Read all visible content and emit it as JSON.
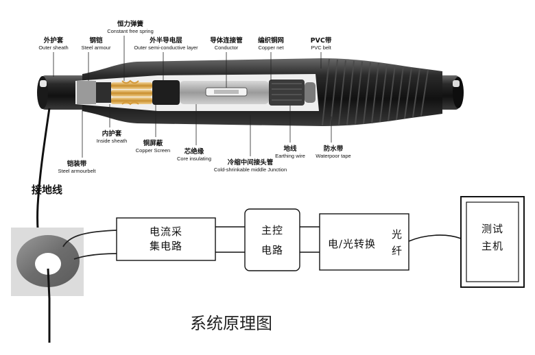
{
  "cable_labels": {
    "outer_sheath": {
      "cn": "外护套",
      "en": "Outer sheath"
    },
    "steel_armour": {
      "cn": "钢铠",
      "en": "Steel armour"
    },
    "constant_force_spring": {
      "cn": "恒力弹簧",
      "en": "Constant free spring"
    },
    "outer_semi_conductive": {
      "cn": "外半导电层",
      "en": "Outer semi-conductive layer"
    },
    "conductor": {
      "cn": "导体连接管",
      "en": "Conductor"
    },
    "copper_net": {
      "cn": "编织铜网",
      "en": "Copper net"
    },
    "pvc_belt": {
      "cn": "PVC带",
      "en": "PVC belt"
    },
    "steel_armourbelt": {
      "cn": "铠装带",
      "en": "Steel armourbelt"
    },
    "inside_sheath": {
      "cn": "内护套",
      "en": "Inside sheath"
    },
    "copper_screen": {
      "cn": "铜屏蔽",
      "en": "Copper Screen"
    },
    "core_insulating": {
      "cn": "芯绝缘",
      "en": "Core insulating"
    },
    "cold_shrink_junction": {
      "cn": "冷缩中间接头管",
      "en": "Cold-shrinkable middle Junction"
    },
    "earthing_wire": {
      "cn": "地线",
      "en": "Earthing wire"
    },
    "waterproof_tape": {
      "cn": "防水带",
      "en": "Waterpoor tape"
    }
  },
  "ground_wire_label": "接地线",
  "blocks": {
    "current_acq": [
      "电流采",
      "集电路"
    ],
    "main_control": [
      "主控",
      "电路"
    ],
    "eo_converter": "电/光转换",
    "fiber": [
      "光",
      "纤"
    ],
    "test_host": [
      "测试",
      "主机"
    ]
  },
  "title": "系统原理图"
}
